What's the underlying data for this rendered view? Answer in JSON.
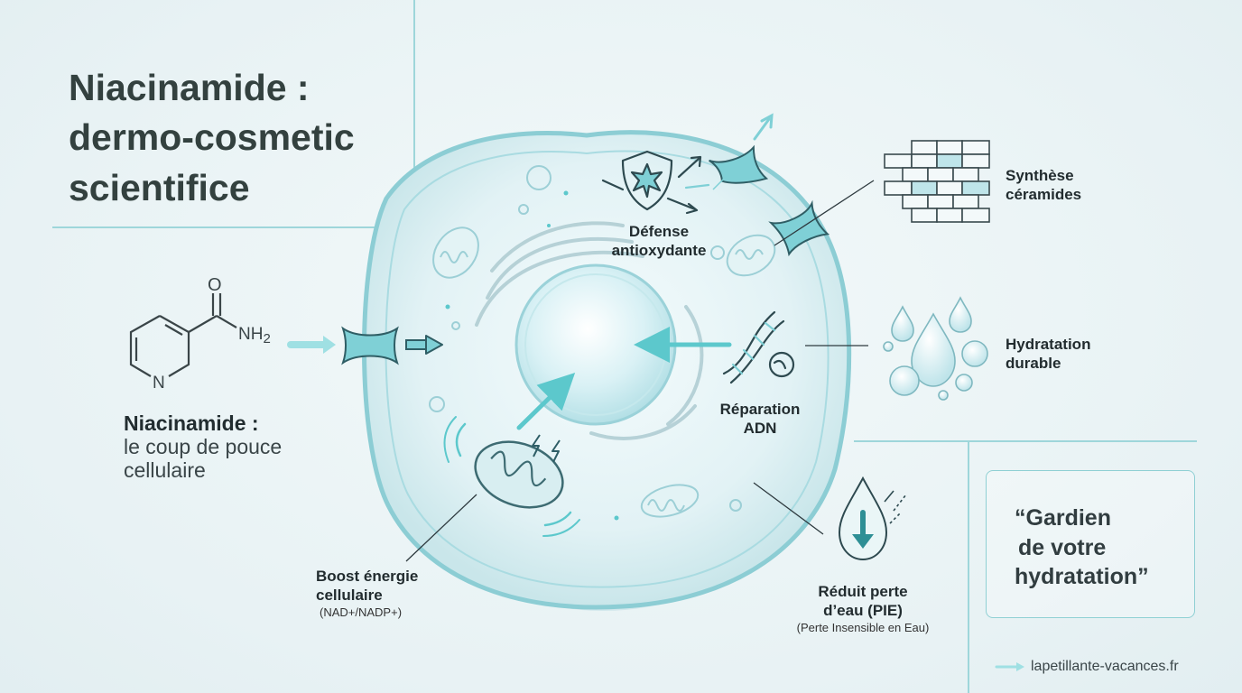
{
  "title": {
    "line1": "Niacinamide :",
    "line2": "dermo-cosmetic",
    "line3": "scientifice"
  },
  "molecule": {
    "oxygen": "O",
    "amine": "NH",
    "amine_subscript": "2",
    "nitrogen": "N"
  },
  "molecule_caption": {
    "bold": "Niacinamide :",
    "line2": "le coup de pouce",
    "line3": "cellulaire"
  },
  "labels": {
    "defense_line1": "Défense",
    "defense_line2": "antioxydante",
    "ceramides_line1": "Synthèse",
    "ceramides_line2": "céramides",
    "hydration_line1": "Hydratation",
    "hydration_line2": "durable",
    "dna_line1": "Réparation",
    "dna_line2": "ADN",
    "energy_line1": "Boost énergie",
    "energy_line2": "cellulaire",
    "energy_sub": "(NAD+/NADP+)",
    "water_line1": "Réduit perte",
    "water_line2": "d’eau (PIE)",
    "water_sub": "(Perte Insensible en Eau)"
  },
  "quote": {
    "line1": "“Gardien",
    "line2": "de votre",
    "line3": "hydratation”"
  },
  "website": "lapetillante-vacances.fr",
  "colors": {
    "accent": "#5cc8cc",
    "accent_dark": "#2e8f95",
    "line": "#9ed6da",
    "text": "#2e3a3f"
  }
}
